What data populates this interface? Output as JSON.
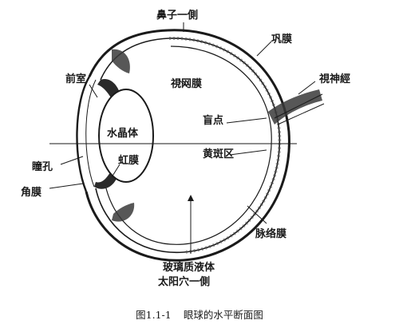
{
  "labels": {
    "nasal_side": "鼻子一側",
    "sclera": "巩膜",
    "retina": "視网膜",
    "optic_nerve": "視神經",
    "anterior_chamber": "前室",
    "blind_spot": "盲点",
    "lens": "水晶体",
    "macula": "黄斑区",
    "pupil": "瞳孔",
    "iris": "虹膜",
    "cornea": "角膜",
    "choroid": "脉络膜",
    "vitreous": "玻璃质液体",
    "temporal_side": "太阳穴一側"
  },
  "caption": {
    "number": "图1.1-1",
    "title": "眼球的水平断面图"
  }
}
